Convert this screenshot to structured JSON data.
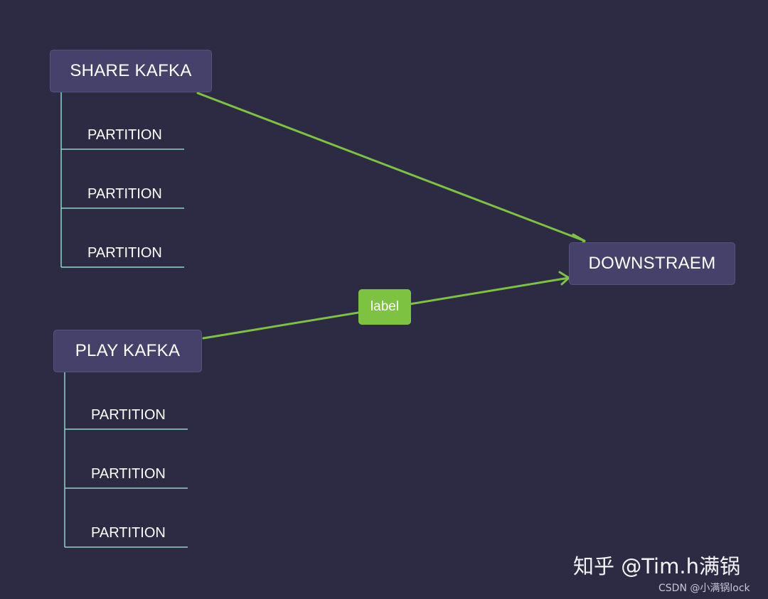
{
  "nodes": {
    "share_kafka": "SHARE KAFKA",
    "play_kafka": "PLAY KAFKA",
    "downstream": "DOWNSTRAEM"
  },
  "share_partitions": [
    "PARTITION",
    "PARTITION",
    "PARTITION"
  ],
  "play_partitions": [
    "PARTITION",
    "PARTITION",
    "PARTITION"
  ],
  "edge_label": "label",
  "watermarks": {
    "zhihu": "知乎 @Tim.h满锅",
    "csdn": "CSDN @小满锅lock"
  },
  "colors": {
    "background": "#2d2a44",
    "node_fill": "#46416b",
    "edge": "#7ec242",
    "partition_line": "#8fd4c8"
  }
}
